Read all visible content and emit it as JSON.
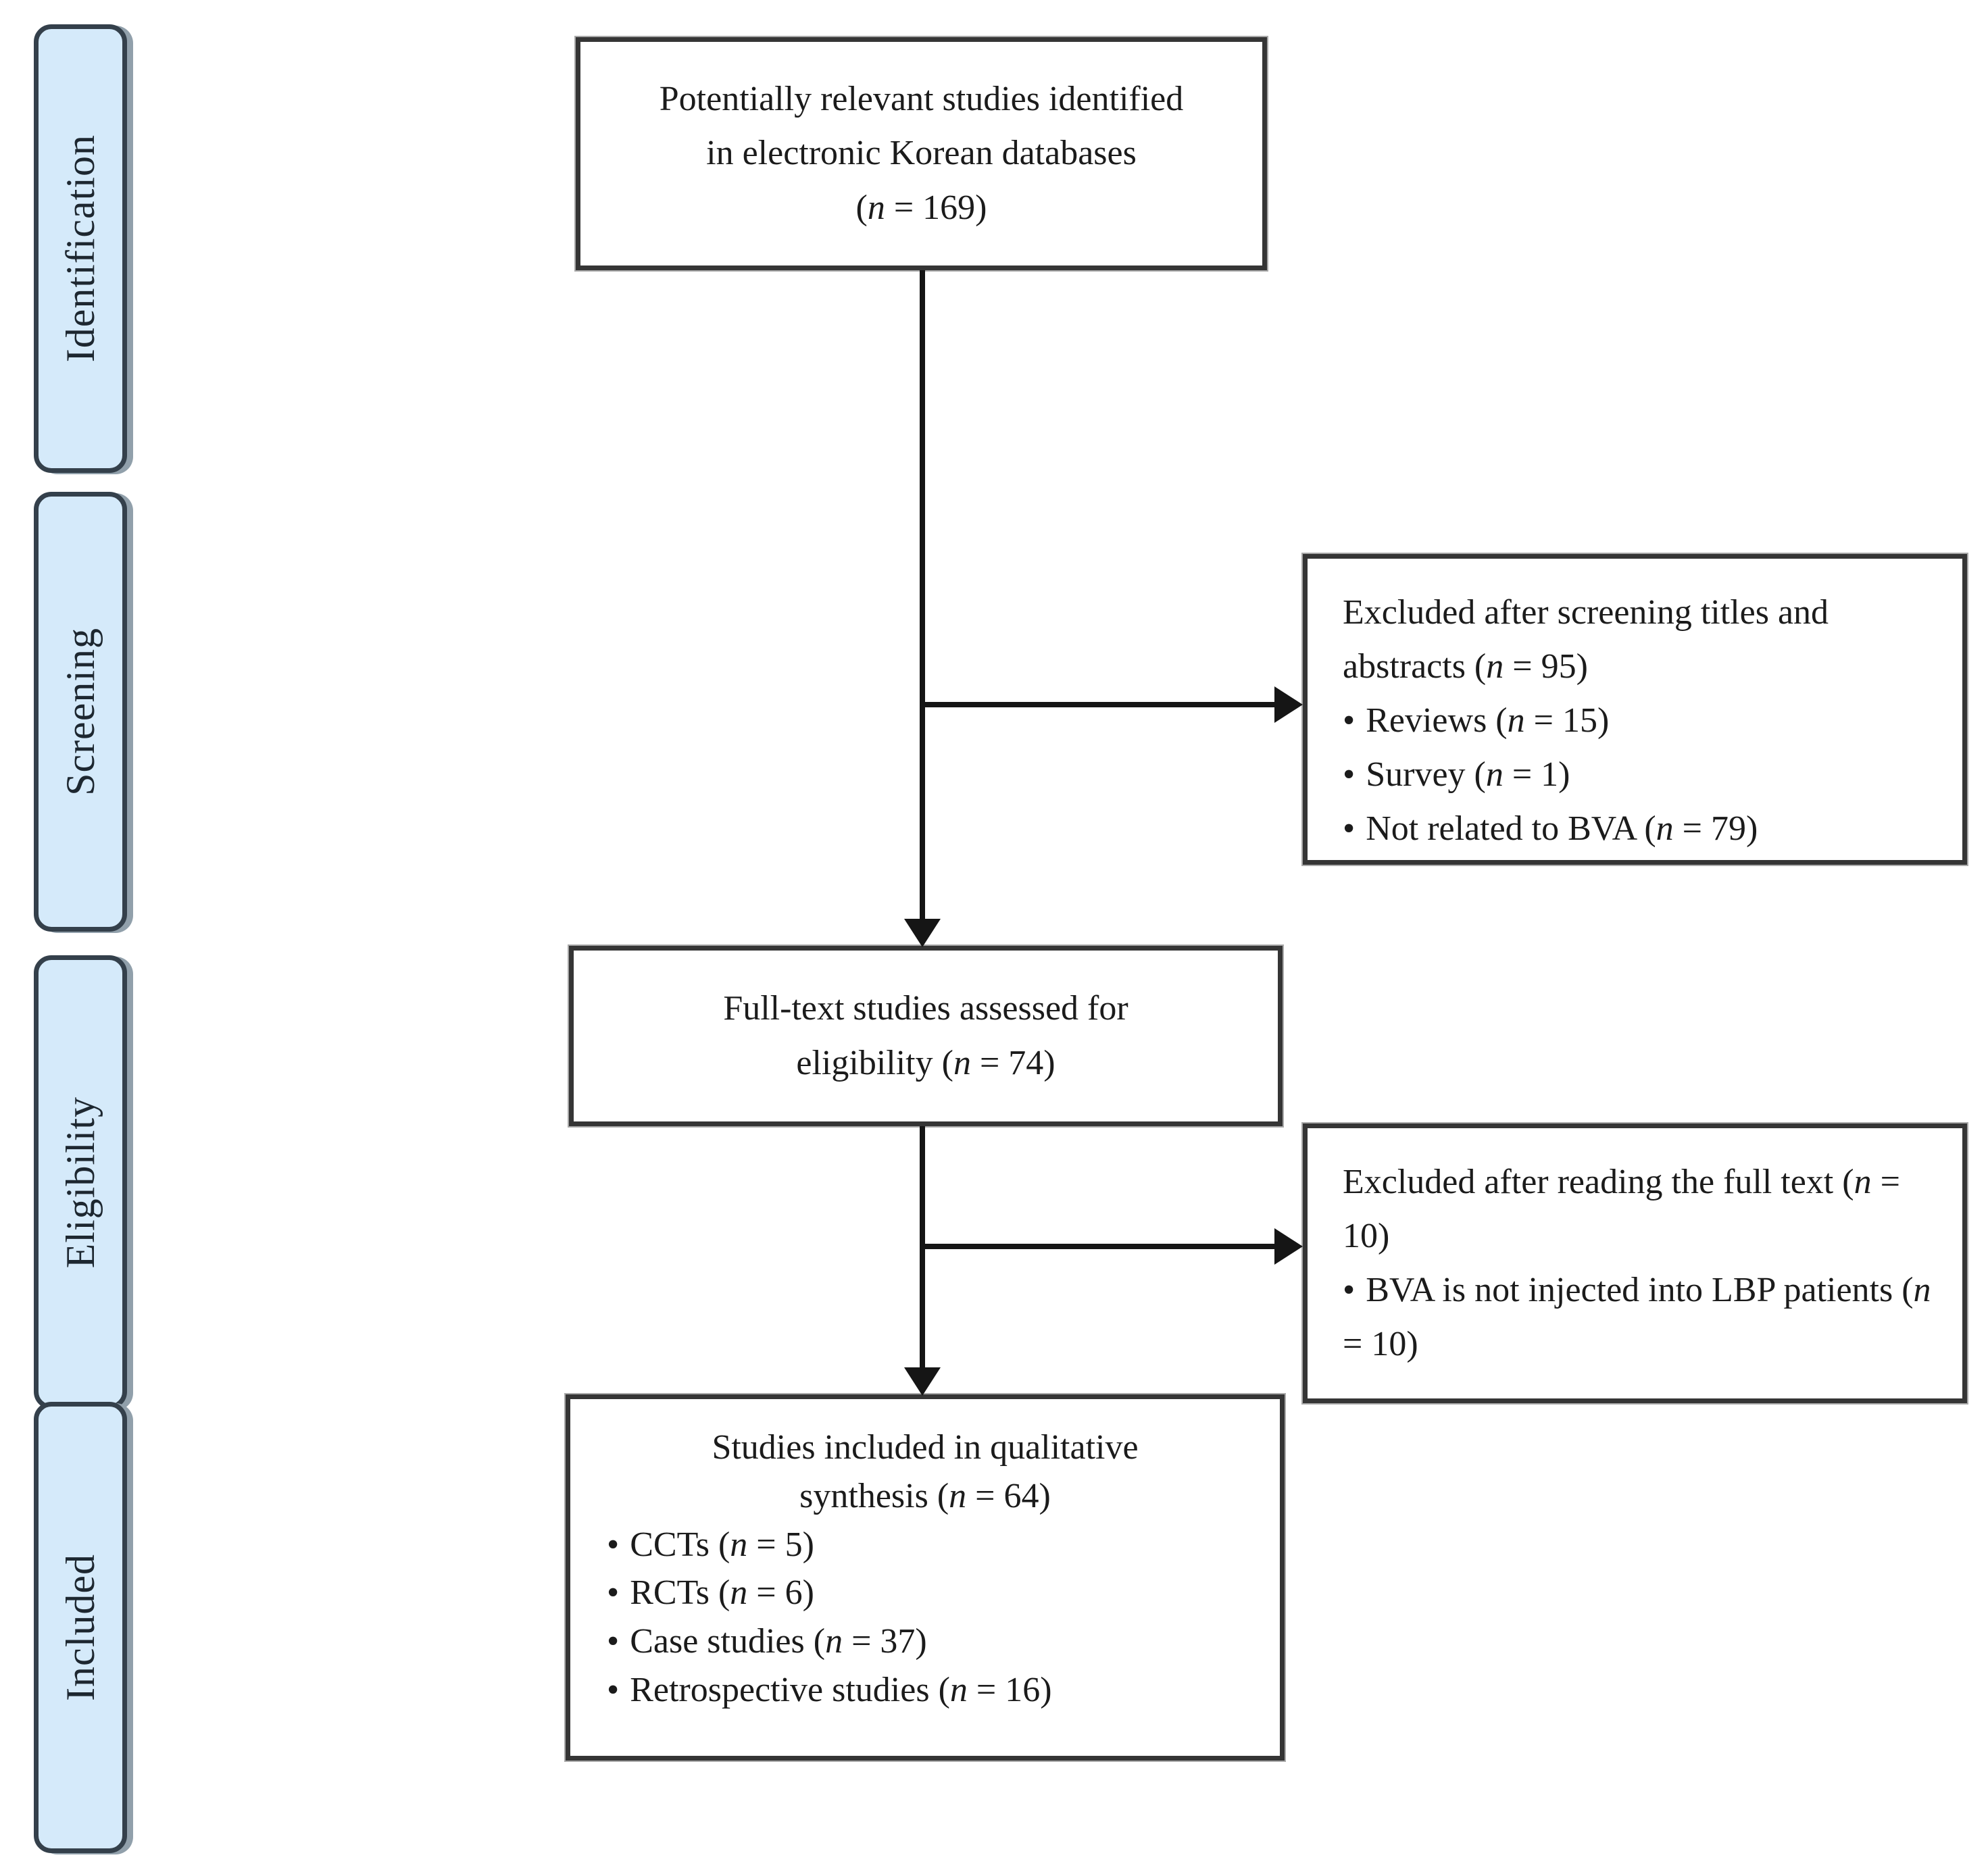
{
  "palette": {
    "stage_fill": "#d5eafa",
    "stage_border": "#34404b",
    "box_border": "#353535",
    "line_color": "#151515",
    "text_color": "#1b1b1b",
    "background": "#ffffff"
  },
  "ui": {
    "bullet_char": "•"
  },
  "sidebar": {
    "stages": [
      {
        "label": "Identification"
      },
      {
        "label": "Screening"
      },
      {
        "label": "Eligibility"
      },
      {
        "label": "Included"
      }
    ]
  },
  "flow": {
    "identified": {
      "lines": [
        "Potentially relevant studies identified",
        "in electronic Korean databases",
        "(n = 169)"
      ]
    },
    "excluded_screening": {
      "heading": "Excluded after screening titles and abstracts (n = 95)",
      "items": [
        "Reviews (n = 15)",
        "Survey (n = 1)",
        "Not related to BVA (n = 79)"
      ]
    },
    "fulltext": {
      "lines": [
        "Full-text studies assessed for",
        "eligibility (n = 74)"
      ]
    },
    "excluded_fulltext": {
      "heading": "Excluded after reading the full text (n = 10)",
      "items": [
        "BVA is not injected into LBP patients (n = 10)"
      ]
    },
    "included": {
      "title_lines": [
        "Studies included in qualitative",
        "synthesis (n = 64)"
      ],
      "items": [
        "CCTs (n = 5)",
        "RCTs (n = 6)",
        "Case studies (n = 37)",
        "Retrospective studies (n = 16)"
      ]
    }
  }
}
